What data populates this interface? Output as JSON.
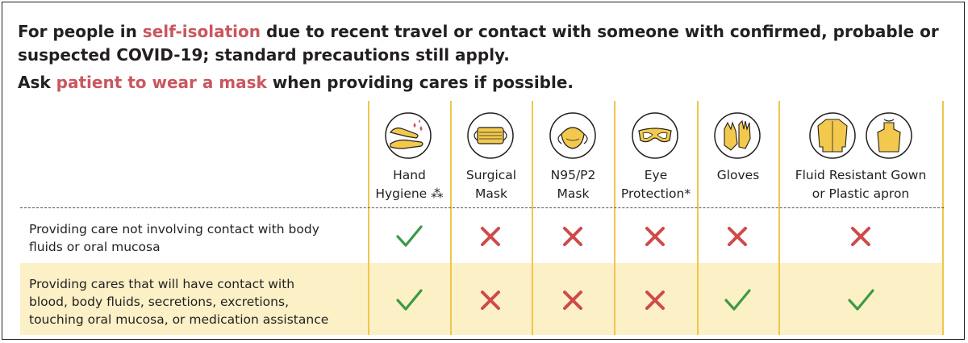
{
  "heading": {
    "line1_pre": "For people in ",
    "line1_highlight": "self-isolation",
    "line1_post": " due to recent travel or contact with someone with confirmed, probable or suspected COVID-19; standard precautions still apply.",
    "line2_pre": "Ask ",
    "line2_highlight": "patient to wear a mask",
    "line2_post": " when providing cares if possible."
  },
  "columns": [
    {
      "line1": "Hand",
      "line2": "Hygiene ⁂",
      "icon": "hand-hygiene-icon"
    },
    {
      "line1": "Surgical",
      "line2": "Mask",
      "icon": "surgical-mask-icon"
    },
    {
      "line1": "N95/P2",
      "line2": "Mask",
      "icon": "n95-mask-icon"
    },
    {
      "line1": "Eye",
      "line2": "Protection*",
      "icon": "goggles-icon"
    },
    {
      "line1": "Gloves",
      "line2": "",
      "icon": "gloves-icon"
    },
    {
      "line1": "Fluid Resistant Gown",
      "line2": "or Plastic apron",
      "icon": "gown-apron-icon"
    }
  ],
  "rows": [
    {
      "label_lines": [
        "Providing care not involving contact with body",
        "fluids or oral mucosa"
      ],
      "marks": [
        "check",
        "cross",
        "cross",
        "cross",
        "cross",
        "cross"
      ]
    },
    {
      "label_lines": [
        "Providing cares that will have contact with",
        "blood, body fluids, secretions, excretions,",
        "touching oral mucosa, or medication assistance"
      ],
      "marks": [
        "check",
        "cross",
        "cross",
        "cross",
        "check",
        "check"
      ]
    }
  ],
  "colors": {
    "highlight": "#c9575e",
    "column_line": "#f0c64b",
    "row_highlight_bg": "#fcf0c7",
    "check": "#3c9a47",
    "cross": "#cf4a4a",
    "icon_fill": "#f2c94c"
  }
}
